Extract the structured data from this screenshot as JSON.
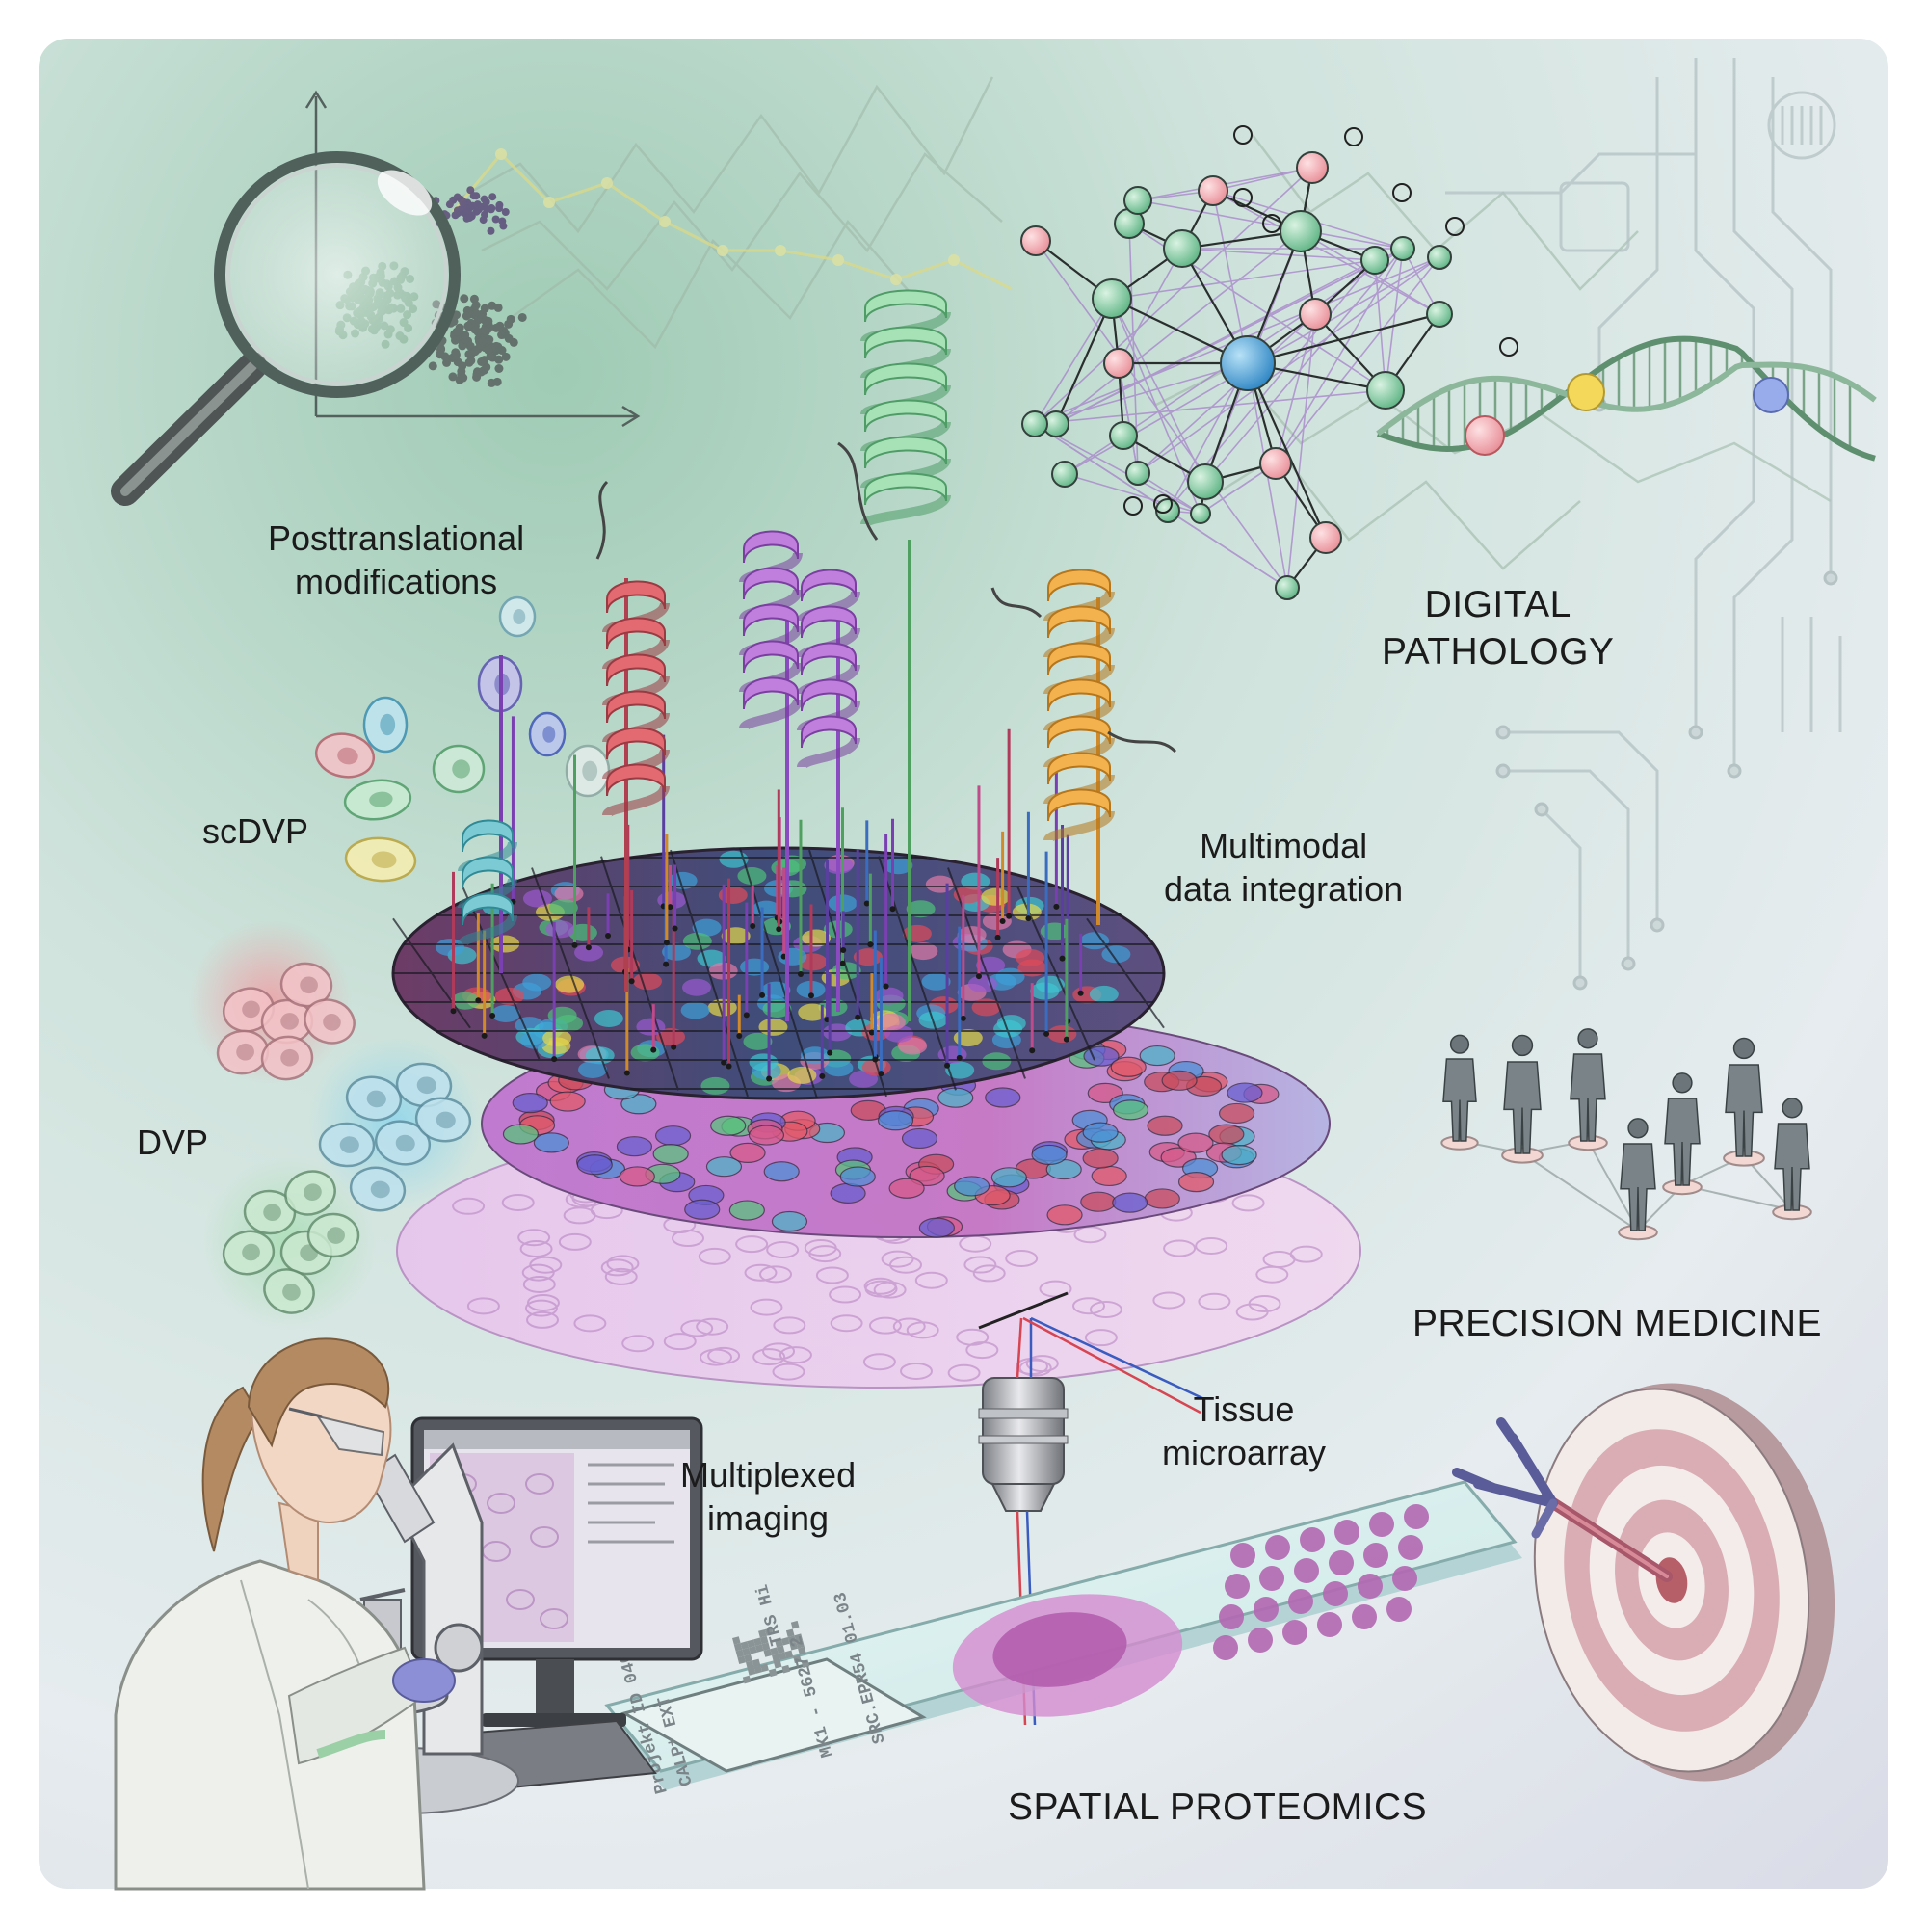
{
  "labels": {
    "ptm": [
      "Posttranslational",
      "modifications"
    ],
    "scdvp": "scDVP",
    "dvp": "DVP",
    "multimodal": [
      "Multimodal",
      "data integration"
    ],
    "digital_pathology": [
      "DIGITAL",
      "PATHOLOGY"
    ],
    "precision_medicine": "PRECISION MEDICINE",
    "tissue_microarray": [
      "Tissue",
      "microarray"
    ],
    "multiplexed_imaging": [
      "Multiplexed",
      "imaging"
    ],
    "spatial_proteomics": "SPATIAL PROTEOMICS"
  },
  "slide_label": [
    "Projekt ID 0400",
    "CALP⁺ EXT",
    "TRS Hi",
    "MK1 - 5627 2",
    "SRC.EPR54 01.03"
  ],
  "colors": {
    "green": "#7fc9a0",
    "pink": "#f2a7ad",
    "hub": "#4aa3d8",
    "helix_red": "#d9565e",
    "helix_purple": "#b06cd0",
    "helix_green": "#8fd6a4",
    "helix_orange": "#f0a640",
    "helix_teal": "#5bbcc6",
    "tissue": "#c86ac0"
  },
  "icons": [
    "magnifier-icon",
    "network-icon",
    "dna-icon",
    "protein-helix-icon",
    "person-icon",
    "target-icon",
    "antibody-icon",
    "microscope-icon",
    "objective-icon",
    "monitor-icon",
    "circuit-icon",
    "cell-icon"
  ]
}
